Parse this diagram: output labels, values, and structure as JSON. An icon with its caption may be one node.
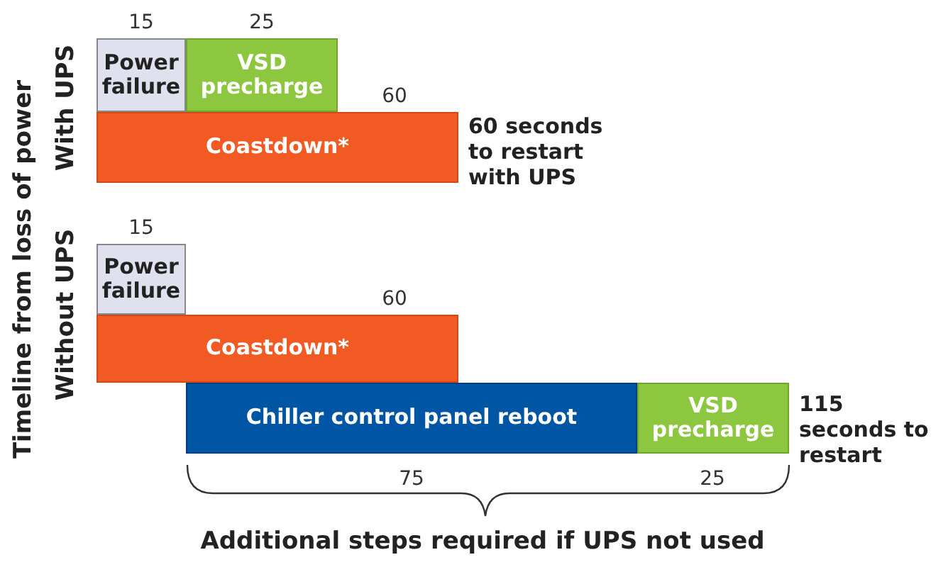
{
  "diagram": {
    "nodes": [
      {
        "text": [
          "Power failure"
        ],
        "beside": [
          "15"
        ]
      },
      {
        "text": [
          "VSD precharge"
        ],
        "beside": [
          "25"
        ]
      },
      {
        "text": [
          "Coastdown*"
        ],
        "beside": [
          "60"
        ]
      },
      {
        "text": [
          "Power failure"
        ],
        "beside": [
          "15"
        ]
      },
      {
        "text": [
          "Coastdown*"
        ],
        "beside": [
          "60"
        ]
      },
      {
        "text": [
          "Chiller control panel reboot"
        ]
      },
      {
        "text": [
          "VSD precharge"
        ]
      }
    ],
    "labels": [
      "Timeline from loss of power",
      "With UPS",
      "60 seconds to restart with UPS",
      "Without UPS",
      "115 seconds to restart",
      "75",
      "25",
      "Additional steps required if UPS not used"
    ]
  }
}
